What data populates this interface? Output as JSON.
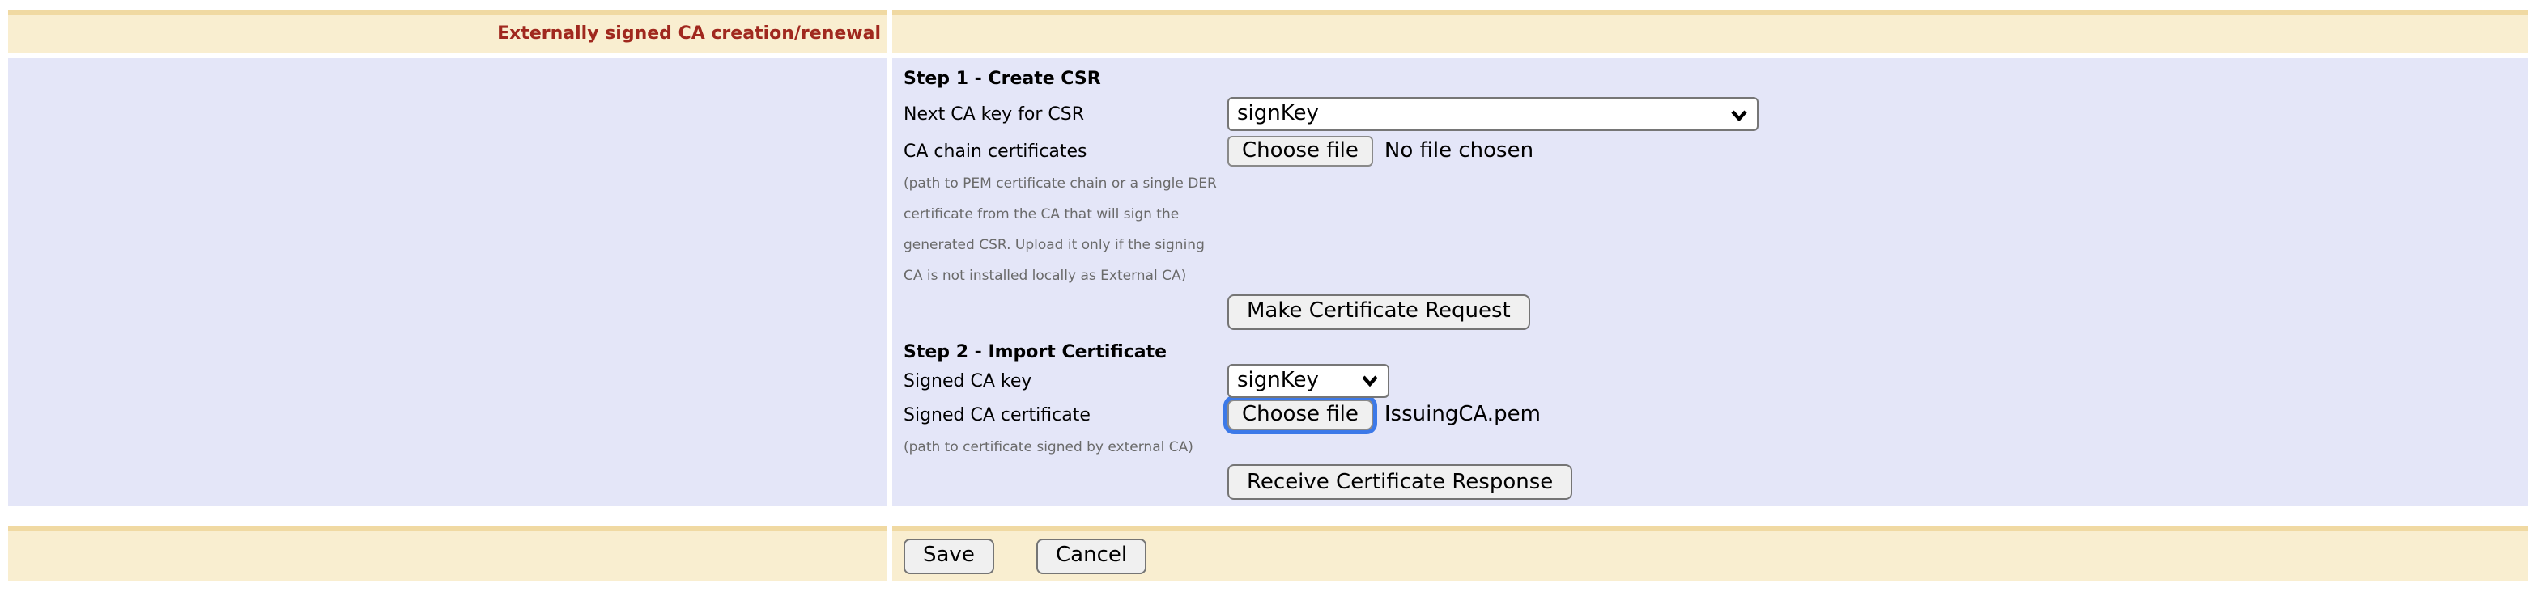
{
  "header": {
    "title": "Externally signed CA creation/renewal"
  },
  "step1": {
    "title": "Step 1 - Create CSR",
    "next_key_label": "Next CA key for CSR",
    "next_key_value": "signKey",
    "chain_label": "CA chain certificates",
    "chain_button_label": "Choose file",
    "chain_file_status": "No file chosen",
    "note_lines": [
      "(path to PEM certificate chain or a single DER",
      "certificate from the CA that will sign the",
      "generated CSR. Upload it only if the signing",
      "CA is not installed locally as External CA)"
    ],
    "make_request_button": "Make Certificate Request"
  },
  "step2": {
    "title": "Step 2 - Import Certificate",
    "signed_key_label": "Signed CA key",
    "signed_key_value": "signKey",
    "signed_cert_label": "Signed CA certificate",
    "signed_cert_button_label": "Choose file",
    "signed_cert_file_name": "IssuingCA.pem",
    "note": "(path to certificate signed by external CA)",
    "receive_button": "Receive Certificate Response"
  },
  "footer": {
    "save_button": "Save",
    "cancel_button": "Cancel"
  },
  "colors": {
    "section_title_text": "#a0281e",
    "section_bar_bg": "#f9eed0",
    "section_bar_border": "#f0d9a2",
    "form_area_bg": "#e4e6f8",
    "focus_ring": "#3c79e8"
  }
}
